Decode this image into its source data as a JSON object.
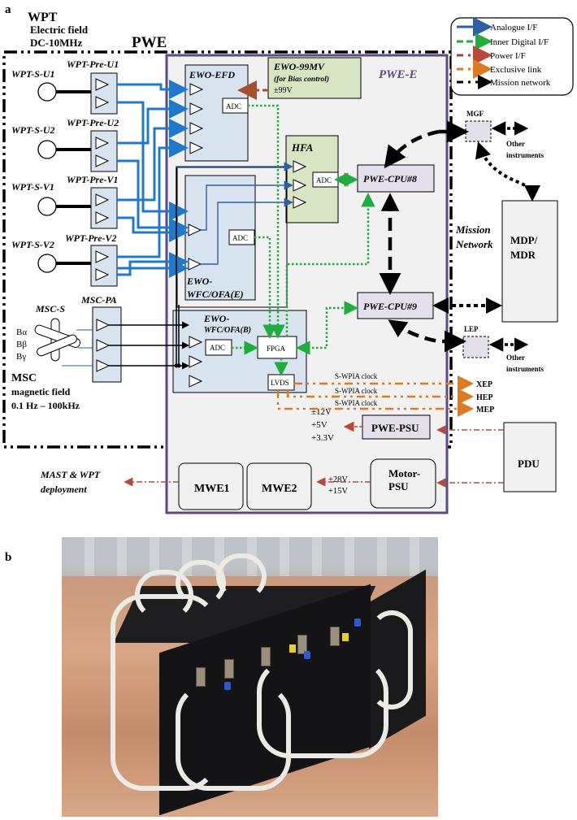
{
  "panel_a": {
    "label": "a",
    "wpt": {
      "title": "WPT",
      "line1": "Electric field",
      "line2": "DC-10MHz"
    },
    "pwe_label": "PWE",
    "pwe_e_label": "PWE-E",
    "sensors": [
      {
        "sensor": "WPT-S-U1",
        "preamp": "WPT-Pre-U1"
      },
      {
        "sensor": "WPT-S-U2",
        "preamp": "WPT-Pre-U2"
      },
      {
        "sensor": "WPT-S-V1",
        "preamp": "WPT-Pre-V1"
      },
      {
        "sensor": "WPT-S-V2",
        "preamp": "WPT-Pre-V2"
      }
    ],
    "msc": {
      "sensor": "MSC-S",
      "preamp": "MSC-PA",
      "b_alpha": "Bα",
      "b_beta": "Bβ",
      "b_gamma": "Bγ",
      "title": "MSC",
      "line1": "magnetic field",
      "line2": "0.1 Hz – 100kHz"
    },
    "blocks": {
      "efd": "EWO-EFD",
      "mv_title": "EWO-99MV",
      "mv_sub": "(for Bias control)",
      "mv_volt": "±99V",
      "hfa": "HFA",
      "wfc_e_1": "EWO-",
      "wfc_e_2": "WFC/OFA(E)",
      "wfc_b_1": "EWO-",
      "wfc_b_2": "WFC/OFA(B)",
      "adc": "ADC",
      "fpga": "FPGA",
      "lvds": "LVDS",
      "cpu8": "PWE-CPU#8",
      "cpu9": "PWE-CPU#9",
      "psu": "PWE-PSU",
      "psu_volts": [
        "±12V",
        "+5V",
        "+3.3V"
      ],
      "mwe1": "MWE1",
      "mwe2": "MWE2",
      "motor_psu_1": "Motor-",
      "motor_psu_2": "PSU",
      "motor_volts": [
        "+28V",
        "+15V"
      ],
      "mgf": "MGF",
      "lep": "LEP",
      "other_instruments_1": "Other",
      "other_instruments_2": "instruments",
      "mdp_1": "MDP/",
      "mdp_2": "MDR",
      "pdu": "PDU",
      "mission_network_1": "Mission",
      "mission_network_2": "Network",
      "clock_label": "S-WPIA clock",
      "clock_targets": [
        "XEP",
        "HEP",
        "MEP"
      ],
      "mast_1": "MAST & WPT",
      "mast_2": "deployment"
    },
    "legend": [
      {
        "label": "Analogue I/F",
        "color": "#2e5fa3"
      },
      {
        "label": "Inner Digital I/F",
        "color": "#1fae3e"
      },
      {
        "label": "Power I/F",
        "color": "#a5402f"
      },
      {
        "label": "Exclusive link",
        "color": "#e07a20"
      },
      {
        "label": "Mission network",
        "color": "#000000"
      }
    ],
    "colors": {
      "analogue": "#1f78c8",
      "digital": "#1fae3e",
      "power": "#b8493a",
      "exclusive": "#e07a20",
      "pwe_e_border": "#5b4a86",
      "pwe_e_fill": "#f1f1f1",
      "block_blue": "#d8e3f0",
      "block_green": "#d7e5c2",
      "block_lavender": "#e3e0ea"
    }
  },
  "panel_b": {
    "label": "b",
    "photo_description": "Photograph of PWE-E electronics box with white harness cables"
  }
}
